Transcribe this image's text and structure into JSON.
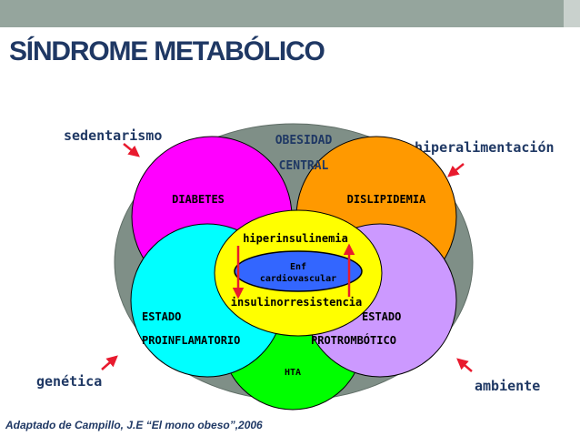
{
  "slide": {
    "title": "SÍNDROME METABÓLICO",
    "footnote": "Adaptado de Campillo, J.E “El mono obeso”,2006"
  },
  "factors": {
    "sedentarismo": "sedentarismo",
    "hiperalimentacion": "hiperalimentación",
    "genetica": "genética",
    "ambiente": "ambiente"
  },
  "diagram": {
    "outer_line1": "OBESIDAD",
    "outer_line2": "CENTRAL",
    "diabetes": "DIABETES",
    "dislipidemia": "DISLIPIDEMIA",
    "proinflamatorio_line1": "ESTADO",
    "proinflamatorio_line2": "PROINFLAMATORIO",
    "protrombotico_line1": "ESTADO",
    "protrombotico_line2": "PROTROMBÓTICO",
    "hta": "HTA",
    "hiperinsulinemia": "hiperinsulinemia",
    "insulinorresistencia": "insulinorresistencia",
    "center_line1": "Enf",
    "center_line2": "cardiovascular"
  },
  "colors": {
    "outer_ellipse": "#7f8f87",
    "diabetes": "#ff00ff",
    "dislipidemia": "#ff9900",
    "proinflamatorio": "#00ffff",
    "protrombotico": "#cc99ff",
    "hta": "#00ff00",
    "yellow_core": "#ffff00",
    "blue_center": "#3366ff",
    "arrows": "#e81a2e",
    "text_navy": "#1f3864"
  }
}
